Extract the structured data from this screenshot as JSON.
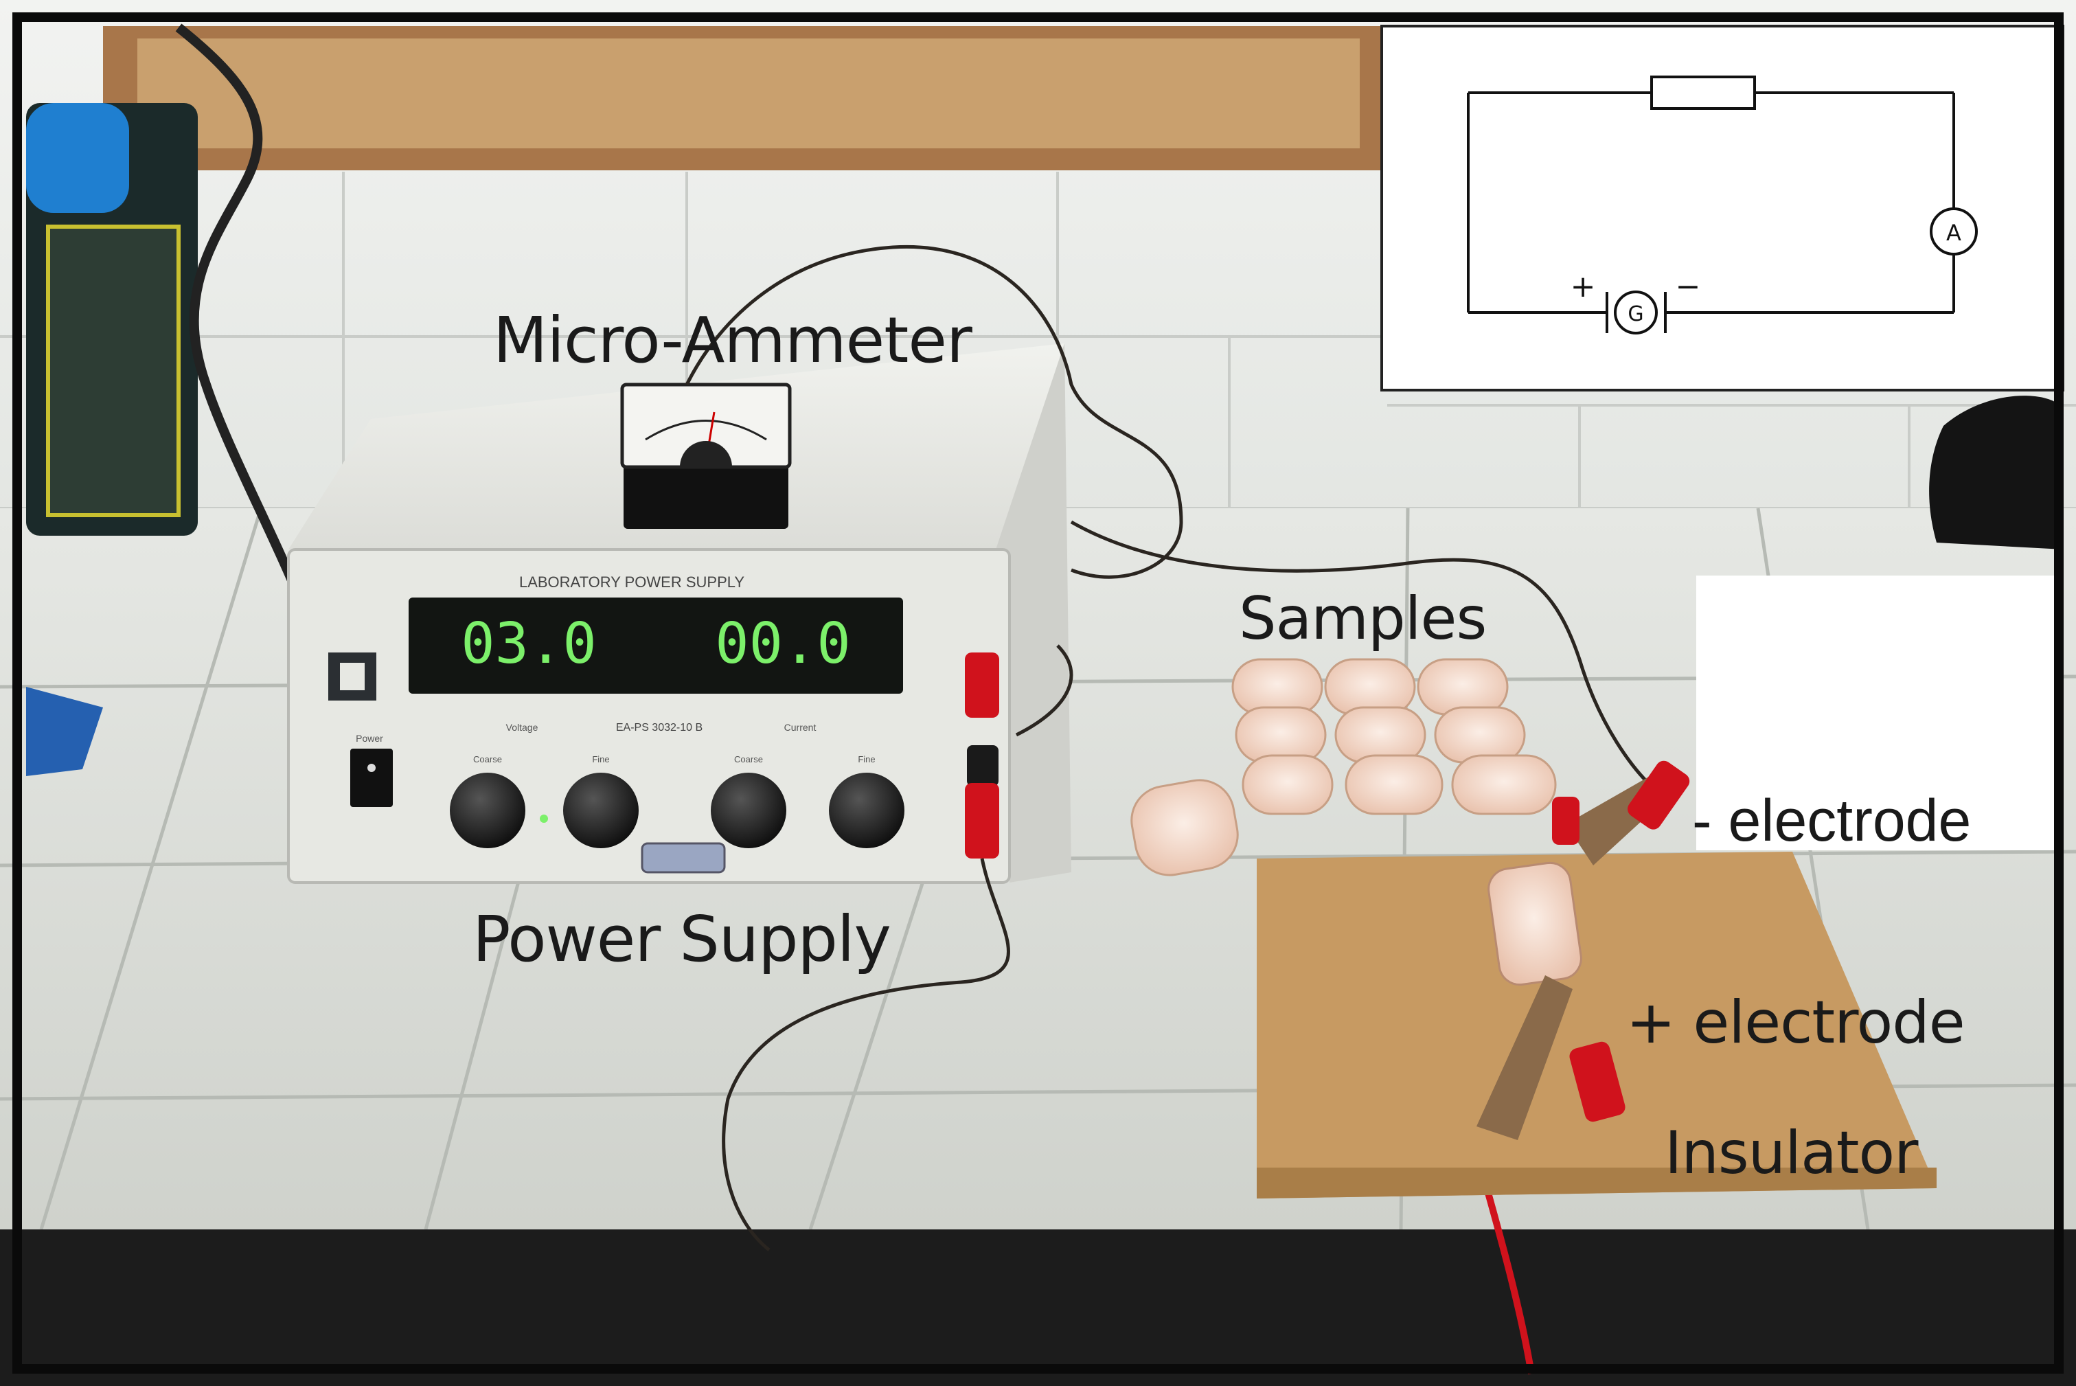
{
  "labels": {
    "micro_ammeter": "Micro-Ammeter",
    "samples": "Samples",
    "power_supply": "Power Supply",
    "neg_electrode": "- electrode",
    "pos_electrode": "+ electrode",
    "insulator": "Insulator"
  },
  "power_supply": {
    "header": "LABORATORY POWER SUPPLY",
    "model": "EA-PS 3032-10 B",
    "voltage_display": "03.0",
    "current_display": "00.0",
    "voltage_label": "Voltage",
    "current_label": "Current",
    "power_label": "Power",
    "knob_labels": [
      "Coarse",
      "Fine",
      "Coarse",
      "Fine"
    ]
  },
  "circuit": {
    "ammeter_symbol": "A",
    "source_symbol": "G",
    "plus_sign": "+",
    "minus_sign": "−"
  },
  "colors": {
    "wall": "#eef0ee",
    "bench": "#d9dbd6",
    "supply_body": "#e7e8e3",
    "display_bg": "#121512",
    "display_digits": "#7cf06a",
    "terminal_red": "#d0121c",
    "cardboard": "#c79a62",
    "wood_frame": "#a8764a",
    "sample_disc": "#f1d2c1",
    "wire": "#2a2520"
  }
}
